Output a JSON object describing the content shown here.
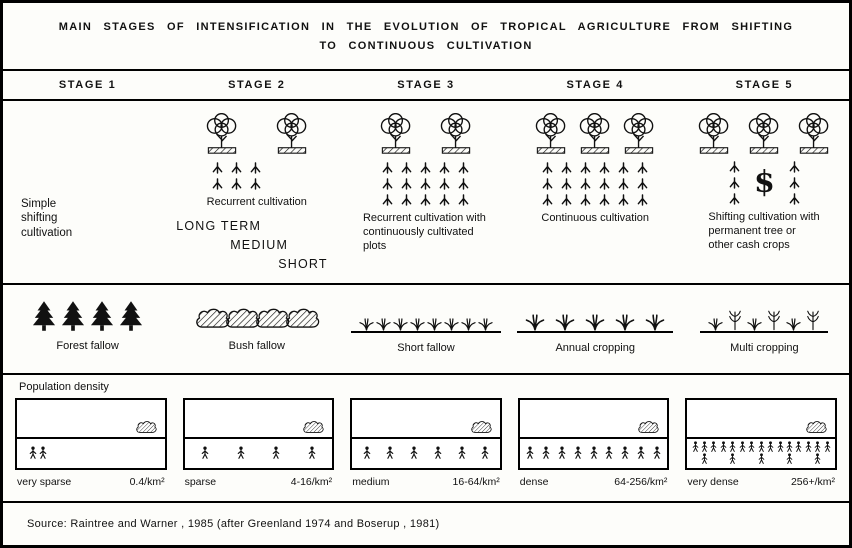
{
  "title": {
    "line1": "MAIN STAGES OF INTENSIFICATION IN THE EVOLUTION OF TROPICAL AGRICULTURE FROM SHIFTING",
    "line2": "TO CONTINUOUS CULTIVATION"
  },
  "stage_headers": [
    "STAGE 1",
    "STAGE 2",
    "STAGE 3",
    "STAGE 4",
    "STAGE 5"
  ],
  "stage_captions": {
    "s1": "Simple shifting cultivation",
    "s2": "Recurrent cultivation",
    "s2_terms": [
      "LONG TERM",
      "MEDIUM",
      "SHORT"
    ],
    "s3": "Recurrent cultivation with continuously cultivated plots",
    "s4": "Continuous cultivation",
    "s5": "Shifting cultivation with permanent tree or other cash crops",
    "s5_symbol": "$"
  },
  "fallow_labels": [
    "Forest fallow",
    "Bush fallow",
    "Short fallow",
    "Annual cropping",
    "Multi cropping"
  ],
  "population": {
    "title": "Population density",
    "boxes": [
      {
        "label": "very sparse",
        "value": "0.4/km²"
      },
      {
        "label": "sparse",
        "value": "4-16/km²"
      },
      {
        "label": "medium",
        "value": "16-64/km²"
      },
      {
        "label": "dense",
        "value": "64-256/km²"
      },
      {
        "label": "very dense",
        "value": "256+/km²"
      }
    ]
  },
  "source": "Source: Raintree and Warner , 1985 (after Greenland 1974 and Boserup , 1981)",
  "icons": {
    "tree": "deciduous-tree-icon",
    "conifer": "forest-tree-icon",
    "bush": "bush-icon",
    "sprout": "crop-sprout-icon",
    "grass": "grass-tuft-icon",
    "plant": "crop-plant-icon",
    "person": "person-icon"
  }
}
